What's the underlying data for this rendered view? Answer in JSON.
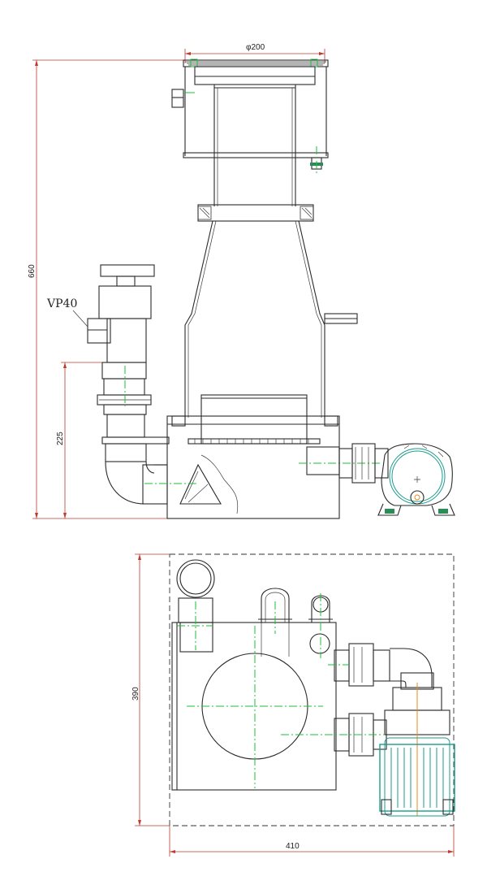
{
  "drawing": {
    "side_view": {
      "label_model": "VP40",
      "dim_diameter": "φ200",
      "dim_height": "660",
      "dim_inlet_height": "225"
    },
    "top_view": {
      "dim_depth": "390",
      "dim_width": "410"
    },
    "colors": {
      "outline": "#2a2a2a",
      "dimension": "#c0392b",
      "centerline": "#1fbf3a",
      "pump_body": "#1a9c8c",
      "highlight": "#e8891e"
    }
  }
}
